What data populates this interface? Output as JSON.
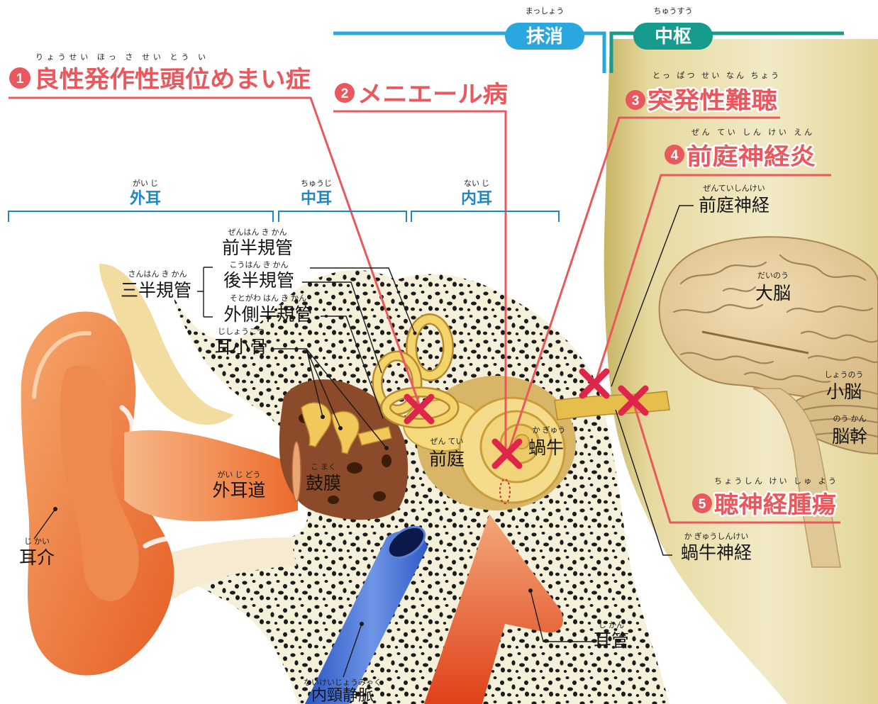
{
  "title_bar": {
    "peripheral": {
      "label": "抹消",
      "ruby": "まっしょう"
    },
    "central": {
      "label": "中枢",
      "ruby": "ちゅうすう"
    }
  },
  "diseases": [
    {
      "num": "1",
      "name": "良性発作性頭位めまい症",
      "ruby": "りょうせい ほっ さ せい とう い"
    },
    {
      "num": "2",
      "name": "メニエール病"
    },
    {
      "num": "3",
      "name": "突発性難聴",
      "ruby": "とっ ぱつ せい なん ちょう"
    },
    {
      "num": "4",
      "name": "前庭神経炎",
      "ruby": "ぜん てい しん けい えん"
    },
    {
      "num": "5",
      "name": "聴神経腫瘍",
      "ruby": "ちょうしん けい しゅ よう"
    }
  ],
  "sections": [
    {
      "label": "外耳",
      "ruby": "がい じ"
    },
    {
      "label": "中耳",
      "ruby": "ちゅうじ"
    },
    {
      "label": "内耳",
      "ruby": "ない じ"
    }
  ],
  "anatomy": {
    "semicircular_canals": {
      "label": "三半規管",
      "ruby": "さんはん き かん"
    },
    "anterior_canal": {
      "label": "前半規管",
      "ruby": "ぜんはん き かん"
    },
    "posterior_canal": {
      "label": "後半規管",
      "ruby": "こうはん き かん"
    },
    "lateral_canal": {
      "label": "外側半規管",
      "ruby": "そとがわ はん き かん"
    },
    "ossicles": {
      "label": "耳小骨",
      "ruby": "じしょうこつ"
    },
    "ear_canal": {
      "label": "外耳道",
      "ruby": "がい じ どう"
    },
    "eardrum": {
      "label": "鼓膜",
      "ruby": "こ まく"
    },
    "vestibule": {
      "label": "前庭",
      "ruby": "ぜん てい"
    },
    "cochlea": {
      "label": "蝸牛",
      "ruby": "か ぎゅう"
    },
    "auricle": {
      "label": "耳介",
      "ruby": "じ かい"
    },
    "eustachian_tube": {
      "label": "耳管",
      "ruby": "じ かん"
    },
    "jugular_vein": {
      "label": "内頸静脈",
      "ruby": "ないけいじょうみゃく"
    },
    "vestibular_nerve": {
      "label": "前庭神経",
      "ruby": "ぜんていしんけい"
    },
    "cerebrum": {
      "label": "大脳",
      "ruby": "だいのう"
    },
    "cerebellum": {
      "label": "小脳",
      "ruby": "しょうのう"
    },
    "brainstem": {
      "label": "脳幹",
      "ruby": "のう かん"
    },
    "cochlear_nerve": {
      "label": "蝸牛神経",
      "ruby": "か ぎゅうしんけい"
    }
  },
  "colors": {
    "peripheral": "#2AA7DF",
    "central": "#169B8D",
    "disease": "#E8585D",
    "section": "#1F87C6",
    "lesion_mark": "#DF2549"
  }
}
